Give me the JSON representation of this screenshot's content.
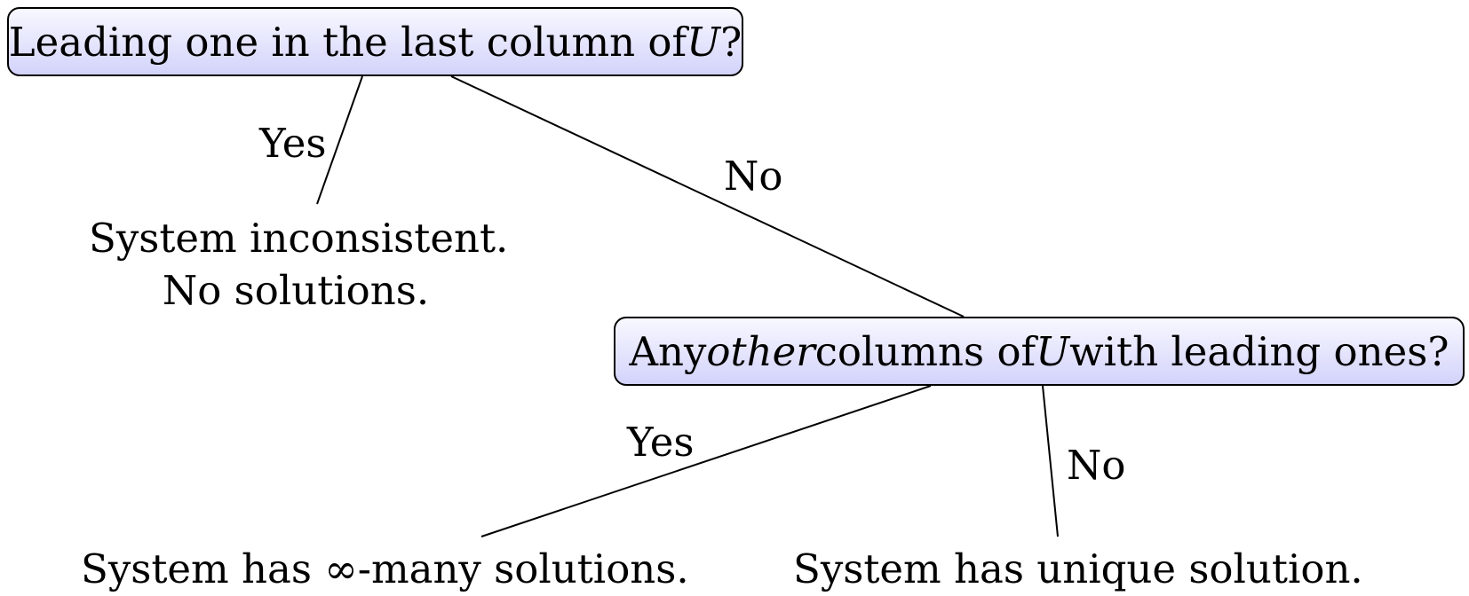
{
  "decision_1": {
    "text_before": "Leading one in the last column of ",
    "variable": "U",
    "text_after": "?"
  },
  "decision_2": {
    "text_start": "Any ",
    "emphasis": "other",
    "text_middle": " columns of ",
    "variable": "U",
    "text_end": " with leading ones?"
  },
  "edge_labels": {
    "yes_1": "Yes",
    "no_1": "No",
    "yes_2": "Yes",
    "no_2": "No"
  },
  "outcomes": {
    "inconsistent_line_1": "System inconsistent.",
    "inconsistent_line_2": "No solutions.",
    "infinite_before": "System has ",
    "infinite_symbol": "∞",
    "infinite_after": "-many solutions.",
    "unique": "System has unique solution."
  }
}
